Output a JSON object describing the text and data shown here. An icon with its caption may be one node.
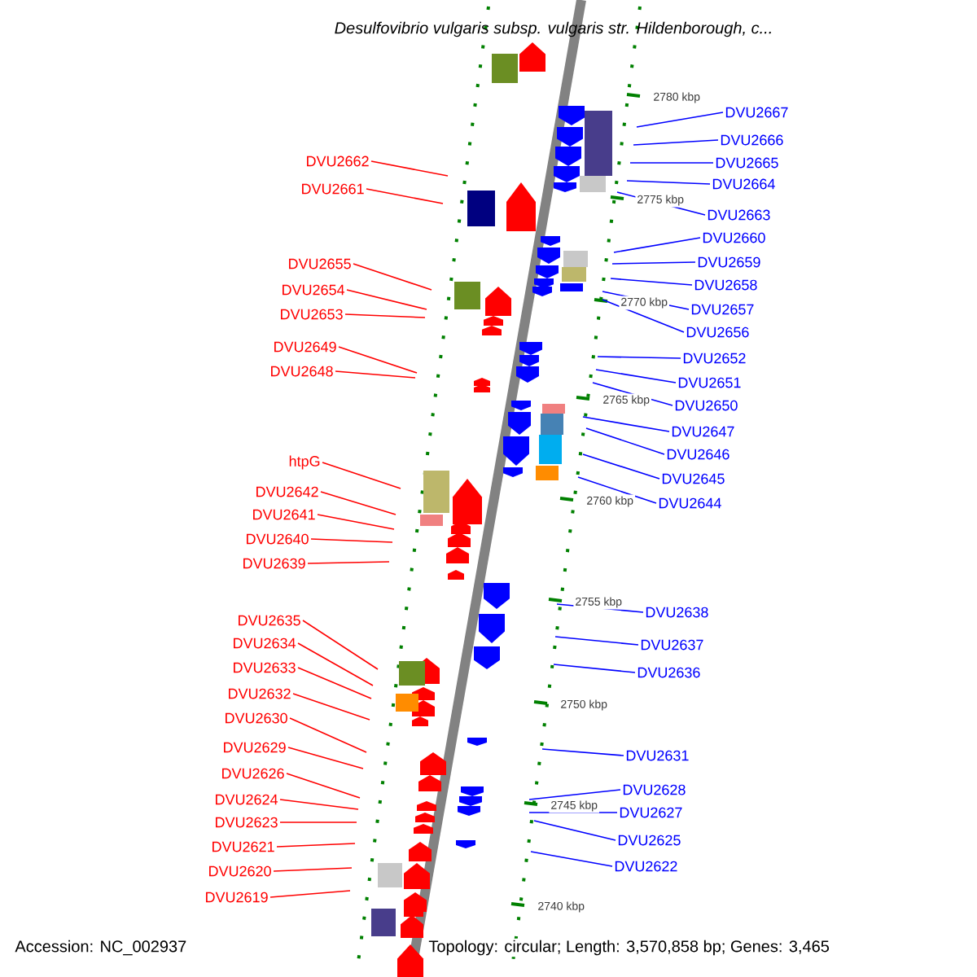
{
  "diagram": {
    "title": "Desulfovibrio vulgaris subsp. vulgaris str. Hildenborough, c...",
    "nodes": [
      {
        "text": [
          "DVU2662"
        ]
      },
      {
        "text": [
          "DVU2661"
        ]
      },
      {
        "text": [
          "DVU2655"
        ]
      },
      {
        "text": [
          "DVU2654"
        ]
      },
      {
        "text": [
          "DVU2653"
        ]
      },
      {
        "text": [
          "DVU2649"
        ]
      },
      {
        "text": [
          "DVU2648"
        ]
      },
      {
        "text": [
          "htpG"
        ]
      },
      {
        "text": [
          "DVU2642"
        ]
      },
      {
        "text": [
          "DVU2641"
        ]
      },
      {
        "text": [
          "DVU2640"
        ]
      },
      {
        "text": [
          "DVU2639"
        ]
      },
      {
        "text": [
          "DVU2635"
        ]
      },
      {
        "text": [
          "DVU2634"
        ]
      },
      {
        "text": [
          "DVU2633"
        ]
      },
      {
        "text": [
          "DVU2632"
        ]
      },
      {
        "text": [
          "DVU2630"
        ]
      },
      {
        "text": [
          "DVU2629"
        ]
      },
      {
        "text": [
          "DVU2626"
        ]
      },
      {
        "text": [
          "DVU2624"
        ]
      },
      {
        "text": [
          "DVU2623"
        ]
      },
      {
        "text": [
          "DVU2621"
        ]
      },
      {
        "text": [
          "DVU2620"
        ]
      },
      {
        "text": [
          "DVU2619"
        ]
      },
      {
        "text": [
          "DVU2667"
        ]
      },
      {
        "text": [
          "DVU2666"
        ]
      },
      {
        "text": [
          "DVU2665"
        ]
      },
      {
        "text": [
          "DVU2664"
        ]
      },
      {
        "text": [
          "DVU2663"
        ]
      },
      {
        "text": [
          "DVU2660"
        ]
      },
      {
        "text": [
          "DVU2659"
        ]
      },
      {
        "text": [
          "DVU2658"
        ]
      },
      {
        "text": [
          "DVU2657"
        ]
      },
      {
        "text": [
          "DVU2656"
        ]
      },
      {
        "text": [
          "DVU2652"
        ]
      },
      {
        "text": [
          "DVU2651"
        ]
      },
      {
        "text": [
          "DVU2650"
        ]
      },
      {
        "text": [
          "DVU2647"
        ]
      },
      {
        "text": [
          "DVU2646"
        ]
      },
      {
        "text": [
          "DVU2645"
        ]
      },
      {
        "text": [
          "DVU2644"
        ]
      },
      {
        "text": [
          "DVU2638"
        ]
      },
      {
        "text": [
          "DVU2637"
        ]
      },
      {
        "text": [
          "DVU2636"
        ]
      },
      {
        "text": [
          "DVU2631"
        ]
      },
      {
        "text": [
          "DVU2628"
        ]
      },
      {
        "text": [
          "DVU2627"
        ]
      },
      {
        "text": [
          "DVU2625"
        ]
      },
      {
        "text": [
          "DVU2622"
        ]
      }
    ],
    "edges": [
      {
        "from": 0,
        "to": null,
        "arrow": "none",
        "color": "#ff0000"
      },
      {
        "from": 1,
        "to": null,
        "arrow": "none",
        "color": "#ff0000"
      },
      {
        "from": 2,
        "to": null,
        "arrow": "none",
        "color": "#ff0000"
      },
      {
        "from": 3,
        "to": null,
        "arrow": "none",
        "color": "#ff0000"
      },
      {
        "from": 4,
        "to": null,
        "arrow": "none",
        "color": "#ff0000"
      },
      {
        "from": 5,
        "to": null,
        "arrow": "none",
        "color": "#ff0000"
      },
      {
        "from": 6,
        "to": null,
        "arrow": "none",
        "color": "#ff0000"
      },
      {
        "from": 7,
        "to": null,
        "arrow": "none",
        "color": "#ff0000"
      },
      {
        "from": 8,
        "to": null,
        "arrow": "none",
        "color": "#ff0000"
      },
      {
        "from": 9,
        "to": null,
        "arrow": "none",
        "color": "#ff0000"
      },
      {
        "from": 10,
        "to": null,
        "arrow": "none",
        "color": "#ff0000"
      },
      {
        "from": 11,
        "to": null,
        "arrow": "none",
        "color": "#ff0000"
      },
      {
        "from": 12,
        "to": null,
        "arrow": "none",
        "color": "#ff0000"
      },
      {
        "from": 13,
        "to": null,
        "arrow": "none",
        "color": "#ff0000"
      },
      {
        "from": 14,
        "to": null,
        "arrow": "none",
        "color": "#ff0000"
      },
      {
        "from": 15,
        "to": null,
        "arrow": "none",
        "color": "#ff0000"
      },
      {
        "from": 16,
        "to": null,
        "arrow": "none",
        "color": "#ff0000"
      },
      {
        "from": 17,
        "to": null,
        "arrow": "none",
        "color": "#ff0000"
      },
      {
        "from": 18,
        "to": null,
        "arrow": "none",
        "color": "#ff0000"
      },
      {
        "from": 19,
        "to": null,
        "arrow": "none",
        "color": "#ff0000"
      },
      {
        "from": 20,
        "to": null,
        "arrow": "none",
        "color": "#ff0000"
      },
      {
        "from": 21,
        "to": null,
        "arrow": "none",
        "color": "#ff0000"
      },
      {
        "from": 22,
        "to": null,
        "arrow": "none",
        "color": "#ff0000"
      },
      {
        "from": 23,
        "to": null,
        "arrow": "none",
        "color": "#ff0000"
      },
      {
        "from": 24,
        "to": null,
        "arrow": "none"
      },
      {
        "from": 25,
        "to": null,
        "arrow": "none"
      },
      {
        "from": 26,
        "to": null,
        "arrow": "none"
      },
      {
        "from": 27,
        "to": null,
        "arrow": "none"
      },
      {
        "from": 28,
        "to": null,
        "arrow": "none"
      },
      {
        "from": 29,
        "to": null,
        "arrow": "none"
      },
      {
        "from": 30,
        "to": null,
        "arrow": "none"
      },
      {
        "from": 31,
        "to": null,
        "arrow": "none"
      },
      {
        "from": 32,
        "to": null,
        "arrow": "none"
      },
      {
        "from": 33,
        "to": null,
        "arrow": "none"
      },
      {
        "from": 34,
        "to": null,
        "arrow": "none"
      },
      {
        "from": 35,
        "to": null,
        "arrow": "none"
      },
      {
        "from": 36,
        "to": null,
        "arrow": "none"
      },
      {
        "from": 37,
        "to": null,
        "arrow": "none"
      },
      {
        "from": 38,
        "to": null,
        "arrow": "none"
      },
      {
        "from": 39,
        "to": null,
        "arrow": "none"
      },
      {
        "from": 40,
        "to": null,
        "arrow": "none"
      },
      {
        "from": 41,
        "to": null,
        "arrow": "none"
      },
      {
        "from": 42,
        "to": null,
        "arrow": "none"
      },
      {
        "from": 43,
        "to": null,
        "arrow": "none"
      },
      {
        "from": 44,
        "to": null,
        "arrow": "none"
      },
      {
        "from": 45,
        "to": null,
        "arrow": "none"
      },
      {
        "from": 46,
        "to": null,
        "arrow": "none"
      },
      {
        "from": 47,
        "to": null,
        "arrow": "none"
      },
      {
        "from": 48,
        "to": null,
        "arrow": "none"
      }
    ],
    "labels": [
      "2780 kbp",
      "2775 kbp",
      "2770 kbp",
      "2765 kbp",
      "2760 kbp",
      "2755 kbp",
      "2750 kbp",
      "2745 kbp",
      "2740 kbp",
      "Accession: NC_002937",
      "Topology: circular; Length: 3,570,858 bp; Genes: 3,465"
    ]
  }
}
